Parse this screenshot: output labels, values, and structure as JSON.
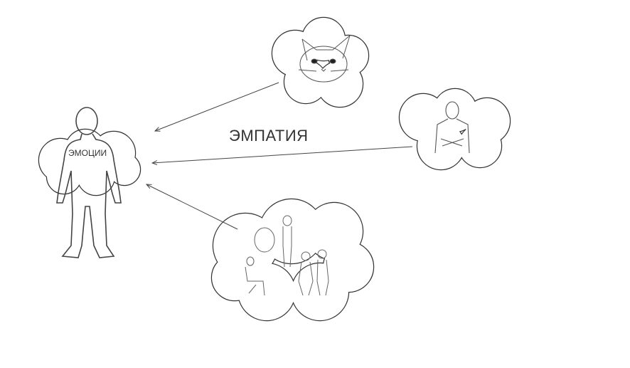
{
  "diagram": {
    "title": "ЭМПАТИЯ",
    "person_label": "ЭМОЦИИ",
    "sources": [
      "cat",
      "man",
      "people-group"
    ]
  }
}
